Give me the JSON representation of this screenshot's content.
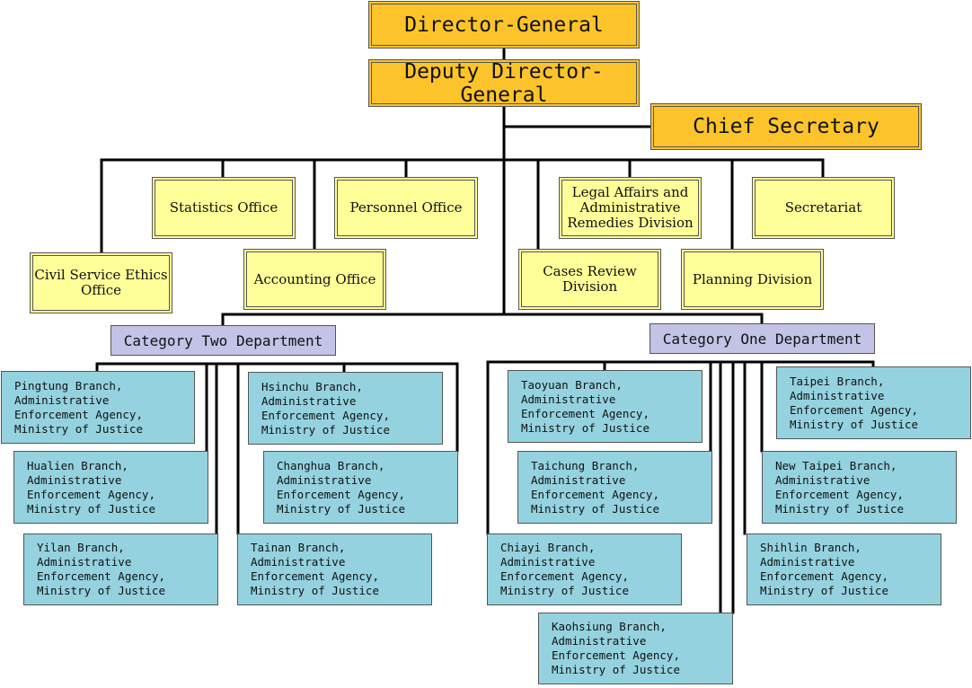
{
  "executives": {
    "director_general": "Director-General",
    "deputy_director_general": "Deputy Director-General",
    "chief_secretary": "Chief Secretary"
  },
  "offices": {
    "statistics": "Statistics Office",
    "personnel": "Personnel Office",
    "legal_affairs": "Legal Affairs and Administrative Remedies Division",
    "secretariat": "Secretariat",
    "civil_service_ethics": "Civil Service Ethics Office",
    "accounting": "Accounting Office",
    "cases_review": "Cases Review Division",
    "planning": "Planning Division"
  },
  "categories": {
    "two": "Category Two Department",
    "one": "Category One Department"
  },
  "branches": {
    "pingtung": "Pingtung Branch, Administrative Enforcement Agency, Ministry of Justice",
    "hualien": "Hualien Branch, Administrative Enforcement Agency, Ministry of Justice",
    "yilan": "Yilan Branch, Administrative Enforcement Agency, Ministry of Justice",
    "hsinchu": "Hsinchu Branch, Administrative Enforcement Agency, Ministry of Justice",
    "changhua": "Changhua Branch, Administrative Enforcement Agency, Ministry of Justice",
    "tainan": "Tainan Branch, Administrative Enforcement Agency, Ministry of Justice",
    "taoyuan": "Taoyuan Branch, Administrative Enforcement Agency, Ministry of Justice",
    "taichung": "Taichung Branch, Administrative Enforcement Agency, Ministry of Justice",
    "chiayi": "Chiayi Branch, Administrative Enforcement Agency, Ministry of Justice",
    "kaohsiung": "Kaohsiung Branch, Administrative Enforcement Agency, Ministry of Justice",
    "taipei": "Taipei Branch, Administrative Enforcement Agency, Ministry of Justice",
    "new_taipei": "New Taipei Branch, Administrative Enforcement Agency, Ministry of Justice",
    "shihlin": "Shihlin Branch, Administrative Enforcement Agency, Ministry of Justice"
  },
  "colors": {
    "executive": "#fcc42a",
    "office": "#ffff99",
    "category": "#c3c3e7",
    "branch": "#94d2df",
    "connector": "#000000"
  }
}
